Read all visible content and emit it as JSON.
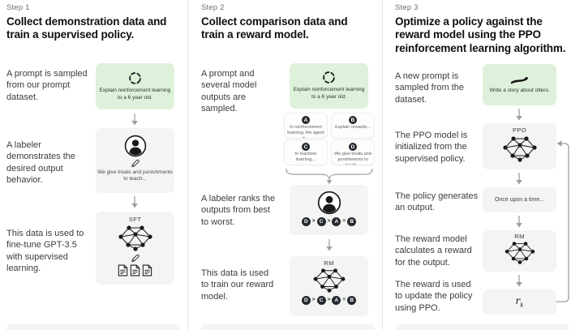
{
  "diagram": {
    "step1": {
      "label": "Step 1",
      "title": "Collect demonstration data and train a supervised policy.",
      "row1_text": "A prompt is sampled from our prompt dataset.",
      "prompt_box_text": "Explain reinforcement learning to a 6 year old.",
      "row2_text": "A labeler demonstrates the desired output behavior.",
      "labeler_box_text": "We give treats and punishments to teach...",
      "row3_text": "This data is used to fine-tune GPT-3.5 with supervised learning.",
      "model_box_label": "SFT"
    },
    "step2": {
      "label": "Step 2",
      "title": "Collect comparison data and train a reward model.",
      "row1_text": "A prompt and several model outputs are sampled.",
      "prompt_box_text": "Explain reinforcement learning to a 6 year old.",
      "outputs": [
        {
          "id": "A",
          "text": "In reinforcement learning, the agent is..."
        },
        {
          "id": "B",
          "text": "Explain rewards..."
        },
        {
          "id": "C",
          "text": "In machine learning..."
        },
        {
          "id": "D",
          "text": "We give treats and punishments to teach..."
        }
      ],
      "row2_text": "A labeler ranks the outputs from best to worst.",
      "ranking": [
        "D",
        ">",
        "C",
        ">",
        "A",
        "=",
        "B"
      ],
      "row3_text": "This data is used to train our reward model.",
      "model_box_label": "RM"
    },
    "step3": {
      "label": "Step 3",
      "title": "Optimize a policy against the reward model using the PPO reinforcement learning algorithm.",
      "row1_text": "A new prompt is sampled from the dataset.",
      "prompt_box_text": "Write a story about otters.",
      "row2_text": "The PPO model is initialized from the supervised policy.",
      "ppo_box_label": "PPO",
      "row3_text": "The policy generates an output.",
      "output_box_text": "Once upon a time...",
      "row4_text": "The reward model calculates a reward for the output.",
      "rm_box_label": "RM",
      "row5_text": "The reward is used to update the policy using PPO.",
      "reward_symbol": "r",
      "reward_subscript": "k"
    },
    "colors": {
      "prompt_box_bg": "#def1da",
      "model_box_bg": "#f4f4f2",
      "ink": "#17191c",
      "arrow": "#9aa0a4"
    }
  }
}
